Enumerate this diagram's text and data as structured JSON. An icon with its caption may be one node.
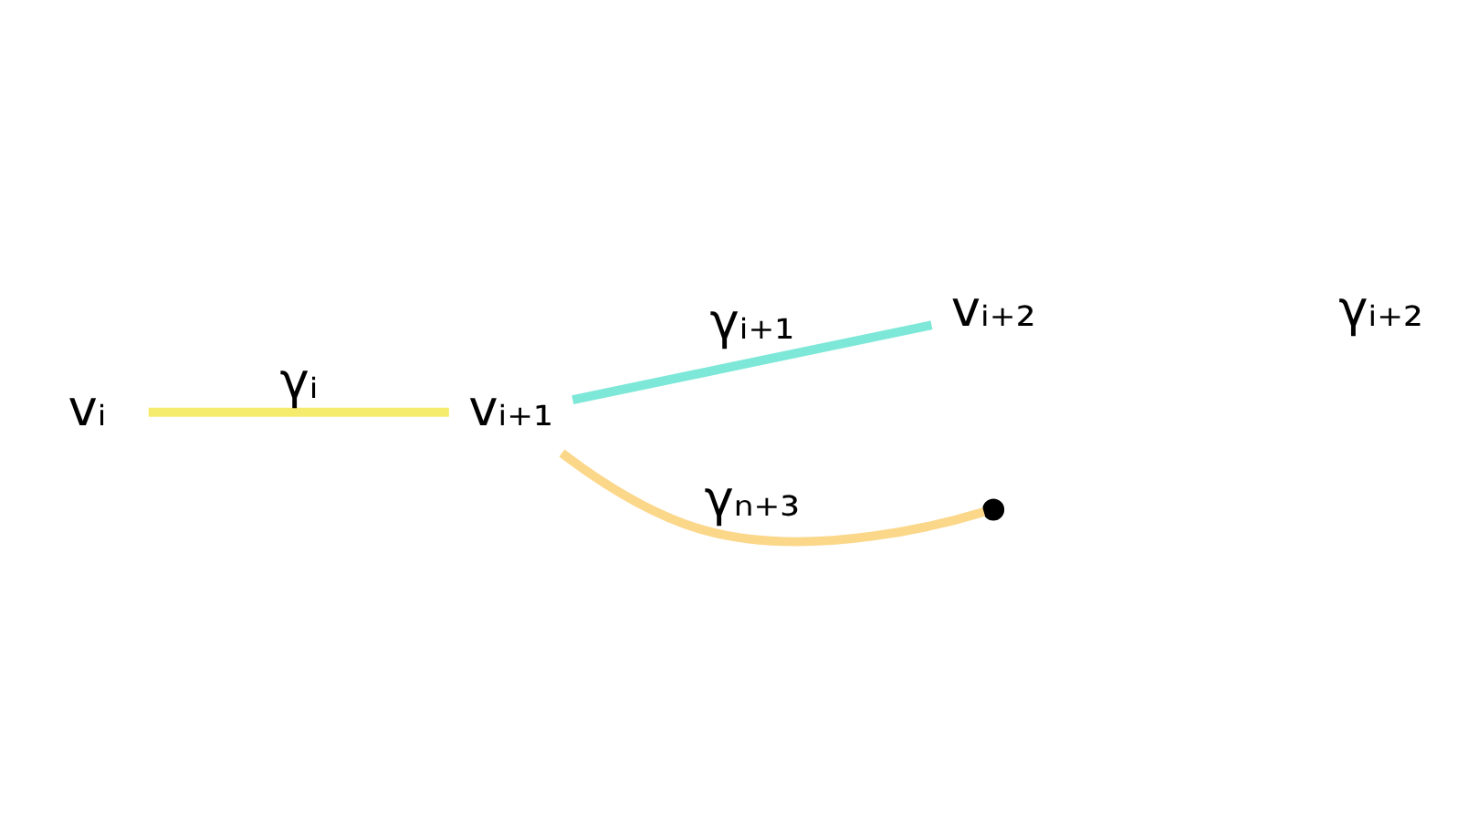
{
  "diagram": {
    "nodes": [
      {
        "text": [
          "vᵢ"
        ]
      },
      {
        "text": [
          "vᵢ₊₁"
        ]
      },
      {
        "text": [
          "vᵢ₊₂"
        ]
      },
      {
        "text": [],
        "shape": "circle"
      }
    ],
    "edges": [
      {
        "from": 0,
        "to": 1,
        "arrow": "none",
        "label": "γᵢ",
        "color": "#f5ec6e"
      },
      {
        "from": 1,
        "to": 2,
        "arrow": "none",
        "label": "γᵢ₊₁",
        "color": "#7ee8d8"
      },
      {
        "from": 1,
        "to": 3,
        "arrow": "none",
        "label": "γₙ₊₃",
        "color": "#fbd78a"
      }
    ],
    "labels": [
      "γᵢ₊₂"
    ]
  }
}
